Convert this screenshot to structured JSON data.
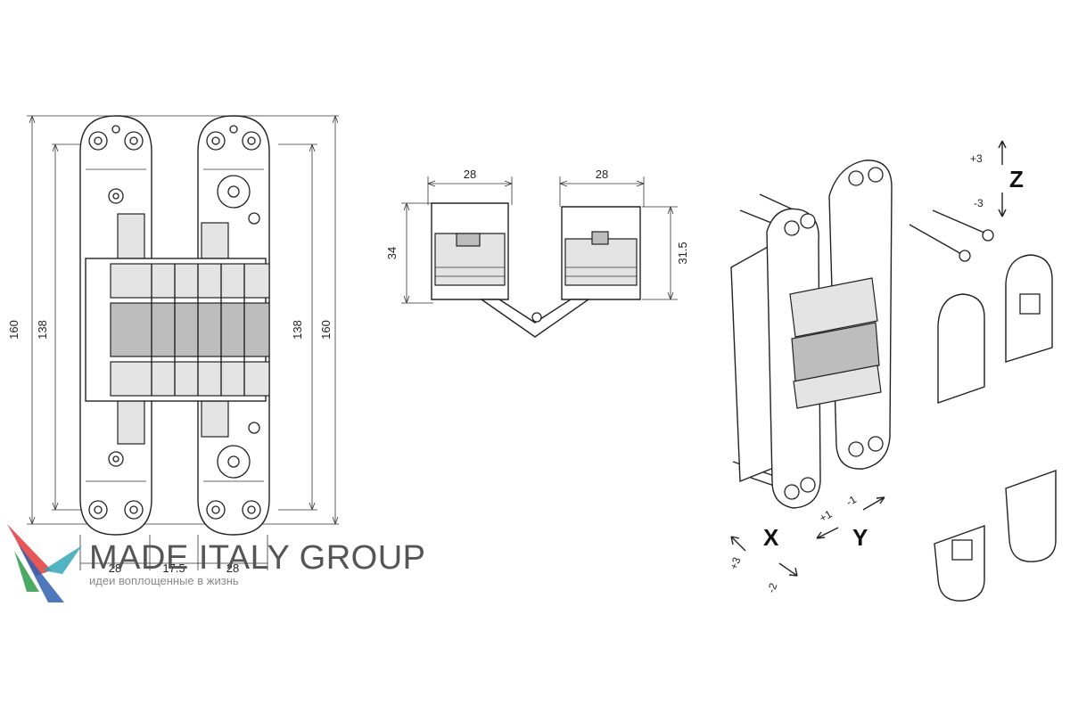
{
  "front_view": {
    "dim_total_left": "160",
    "dim_mount_left": "138",
    "dim_mount_right": "138",
    "dim_total_right": "160",
    "dim_bottom_a": "28",
    "dim_bottom_b": "17.5",
    "dim_bottom_c": "28"
  },
  "top_view": {
    "dim_width_left": "28",
    "dim_width_right": "28",
    "dim_height_left": "34",
    "dim_height_right": "31.5"
  },
  "adjustment": {
    "axis_z": "Z",
    "z_plus": "+3",
    "z_minus": "-3",
    "axis_x": "X",
    "x_plus": "+3",
    "x_minus": "-2",
    "axis_y": "Y",
    "y_plus": "+1",
    "y_minus": "-1"
  },
  "watermark": {
    "brand": "MADE ITALY GROUP",
    "tagline": "идеи воплощенные в жизнь"
  },
  "colors": {
    "logo_red": "#e23a3a",
    "logo_blue": "#2f5fb0",
    "logo_green": "#2f9a4a",
    "logo_teal": "#34a6b8"
  }
}
